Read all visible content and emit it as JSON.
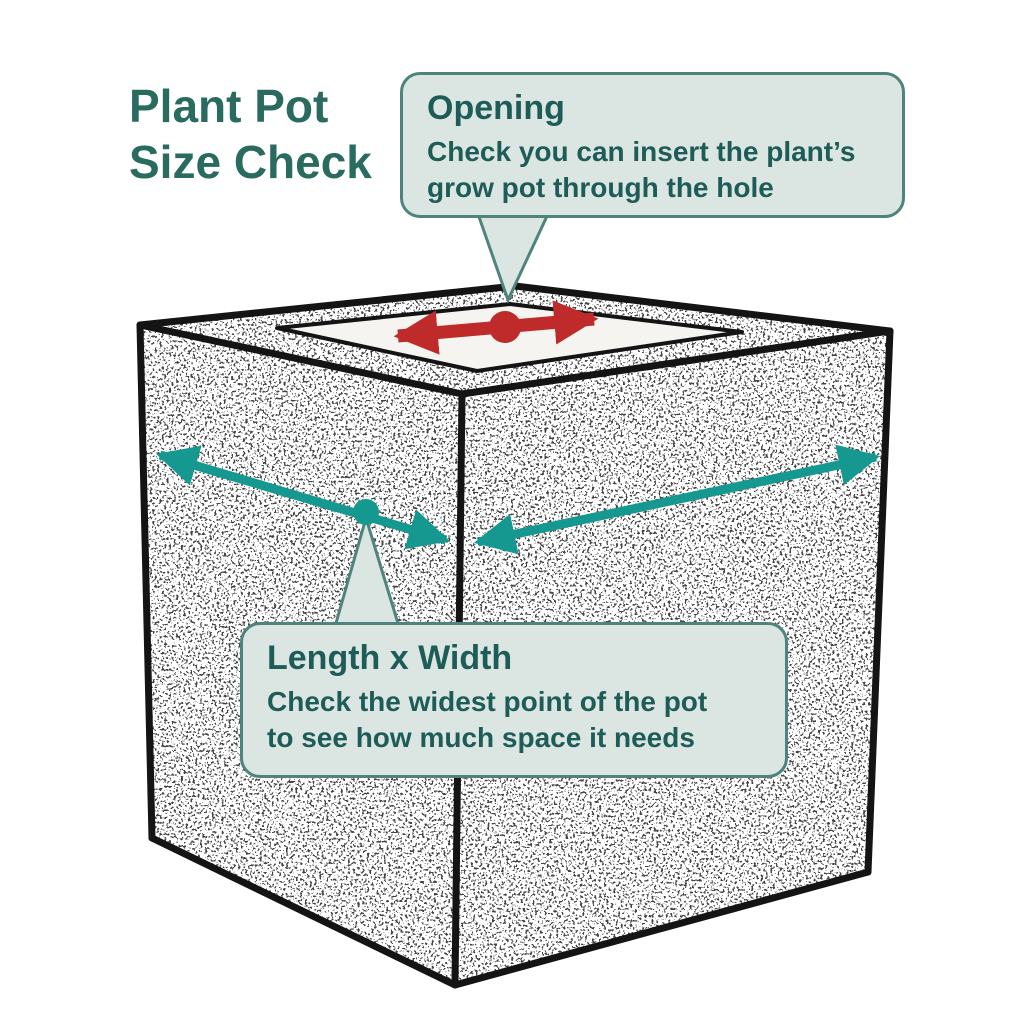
{
  "title": {
    "text": "Plant Pot\nSize Check"
  },
  "callouts": {
    "opening": {
      "title": "Opening",
      "body_line1": "Check you can insert the plant’s",
      "body_line2": "grow pot through the hole"
    },
    "length_width": {
      "title": "Length x Width",
      "body_line1": "Check the widest point of the pot",
      "body_line2": "to see how much space it needs"
    }
  },
  "colors": {
    "title_text": "#2a6b60",
    "callout_text": "#1e5c58",
    "callout_bg": "#dbe5e2",
    "callout_border": "#4f837e",
    "arrow_teal": "#14988f",
    "arrow_red": "#bf2b2b",
    "outline": "#141414"
  }
}
